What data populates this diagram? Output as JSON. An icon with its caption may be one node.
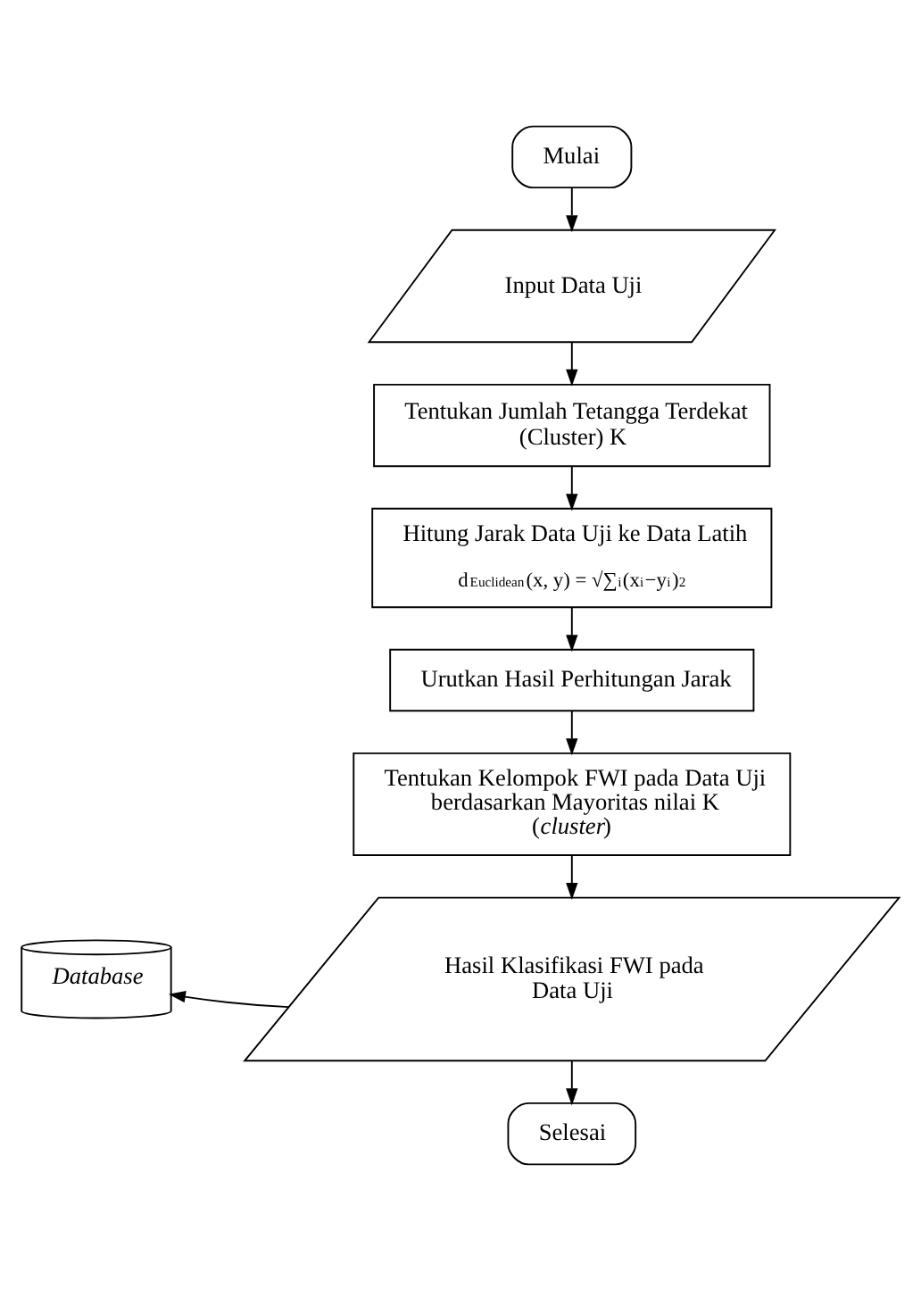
{
  "diagram": {
    "nodes": [
      {
        "text": [
          "Mulai"
        ]
      },
      {
        "text": [
          "Input Data Uji"
        ]
      },
      {
        "text": [
          "Tentukan Jumlah Tetangga Terdekat (Cluster) K"
        ]
      },
      {
        "text": [
          "Hitung Jarak Data Uji ke Data Latih",
          "d$_{Euclidean}$(x, y) = √∑$_{i}$(x$_{i}$−y$_{i}$)$^{2}$"
        ]
      },
      {
        "text": [
          "Urutkan Hasil Perhitungan Jarak"
        ]
      },
      {
        "text": [
          "Tentukan Kelompok FWI pada Data Uji berdasarkan Mayoritas nilai K (*cluster*)"
        ]
      },
      {
        "text": [
          "Hasil Klasifikasi FWI pada Data Uji"
        ]
      },
      {
        "text": [
          "Database"
        ]
      },
      {
        "text": [
          "Selesai"
        ]
      }
    ],
    "edges": [
      {
        "from": 0,
        "to": 1,
        "arrow": "to"
      },
      {
        "from": 1,
        "to": 2,
        "arrow": "to"
      },
      {
        "from": 2,
        "to": 3,
        "arrow": "to"
      },
      {
        "from": 3,
        "to": 4,
        "arrow": "to"
      },
      {
        "from": 4,
        "to": 5,
        "arrow": "to"
      },
      {
        "from": 5,
        "to": 6,
        "arrow": "to"
      },
      {
        "from": 6,
        "to": 7,
        "arrow": "to"
      },
      {
        "from": 6,
        "to": 8,
        "arrow": "to"
      }
    ]
  }
}
